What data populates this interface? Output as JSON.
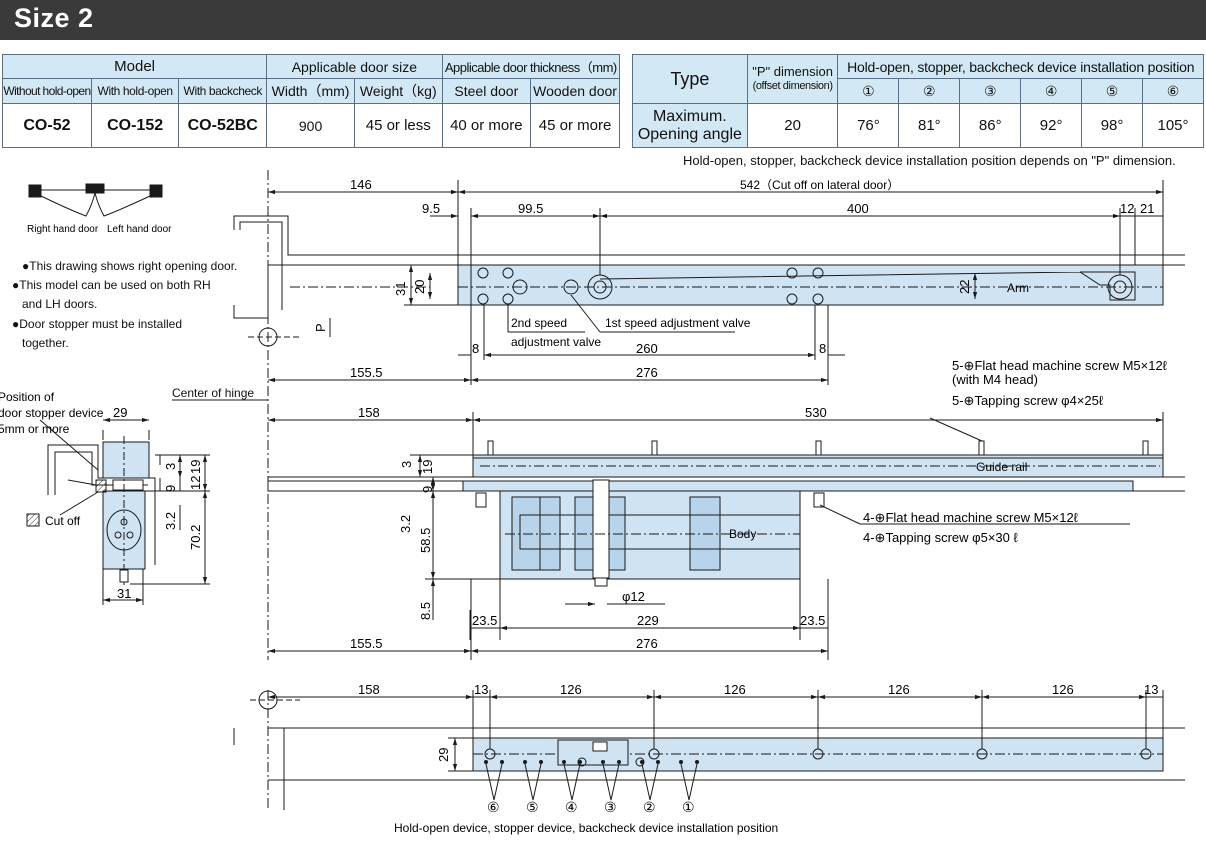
{
  "header": {
    "title": "Size 2"
  },
  "spec_table": {
    "model_header": "Model",
    "applicable_door_size_header": "Applicable door size",
    "applicable_door_thickness_header": "Applicable door thickness（mm)",
    "sub_headers": [
      "Without hold-open",
      "With hold-open",
      "With backcheck",
      "Width（mm)",
      "Weight（kg)",
      "Steel door",
      "Wooden door"
    ],
    "values": [
      "CO-52",
      "CO-152",
      "CO-52BC",
      "900",
      "45 or less",
      "40 or more",
      "45 or more"
    ]
  },
  "position_table": {
    "type_header": "Type",
    "p_dimension_header": "\"P\" dimension",
    "p_dimension_sub": "(offset dimension)",
    "position_header": "Hold-open, stopper, backcheck device installation position",
    "positions": [
      "①",
      "②",
      "③",
      "④",
      "⑤",
      "⑥"
    ],
    "row_label_line1": "Maximum.",
    "row_label_line2": "Opening angle",
    "p_value": "20",
    "angles": [
      "76°",
      "81°",
      "86°",
      "92°",
      "98°",
      "105°"
    ]
  },
  "position_note": "Hold-open, stopper, backcheck device installation position depends on \"P\" dimension.",
  "door_icons": {
    "right": "Right hand door",
    "left": "Left hand door"
  },
  "notes": [
    "●This drawing shows right opening door.",
    "●This model can be used on both RH",
    "and LH doors.",
    "●Door stopper must be installed",
    "together."
  ],
  "side_labels": {
    "stopper_line1": "Position of",
    "stopper_line2": "door stopper device",
    "stopper_line3": "5mm or more",
    "cut_off": "Cut off",
    "center_of_hinge": "Center of hinge"
  },
  "top_view": {
    "dims": {
      "d146": "146",
      "d542": "542（Cut off on lateral door）",
      "d9_5": "9.5",
      "d99_5": "99.5",
      "d400": "400",
      "d12": "12",
      "d21": "21",
      "d31": "31",
      "d20": "20",
      "d22": "22",
      "p": "P",
      "d8a": "8",
      "d260": "260",
      "d8b": "8",
      "d155_5": "155.5",
      "d276": "276"
    },
    "labels": {
      "speed2_line1": "2nd speed",
      "speed2_line2": "adjustment valve",
      "speed1": "1st speed adjustment valve",
      "arm": "Arm"
    }
  },
  "front_view": {
    "dims": {
      "d158": "158",
      "d530": "530",
      "d3": "3",
      "d19": "19",
      "d9": "9",
      "d3_2": "3.2",
      "d58_5": "58.5",
      "d8_5": "8.5",
      "d23_5a": "23.5",
      "d229": "229",
      "d23_5b": "23.5",
      "d12": "φ12",
      "d155_5": "155.5",
      "d276": "276"
    },
    "labels": {
      "guide_rail": "Guide rail",
      "body": "Body",
      "screw_top_1": "5-⊕Flat head machine screw M5×12ℓ",
      "screw_top_2": "(with M4 head)",
      "screw_top_3": "5-⊕Tapping screw φ4×25ℓ",
      "screw_body_1": "4-⊕Flat head machine screw M5×12ℓ",
      "screw_body_2": "4-⊕Tapping screw φ5×30 ℓ"
    }
  },
  "side_view": {
    "dims": {
      "d29": "29",
      "d3": "3",
      "d19": "19",
      "d9": "9",
      "d12": "12",
      "d3_2": "3.2",
      "d70_2": "70.2",
      "d31": "31"
    }
  },
  "bottom_view": {
    "dims": {
      "d158": "158",
      "d13a": "13",
      "d126a": "126",
      "d126b": "126",
      "d126c": "126",
      "d126d": "126",
      "d13b": "13",
      "d29": "29"
    },
    "markers": [
      "⑥",
      "⑤",
      "④",
      "③",
      "②",
      "①"
    ],
    "caption": "Hold-open device, stopper device, backcheck device installation position"
  },
  "colors": {
    "header_bg": "#3a3a3a",
    "table_header": "#d3e8f5",
    "part_fill": "#cfe3f3",
    "line": "#1a1a1a"
  }
}
